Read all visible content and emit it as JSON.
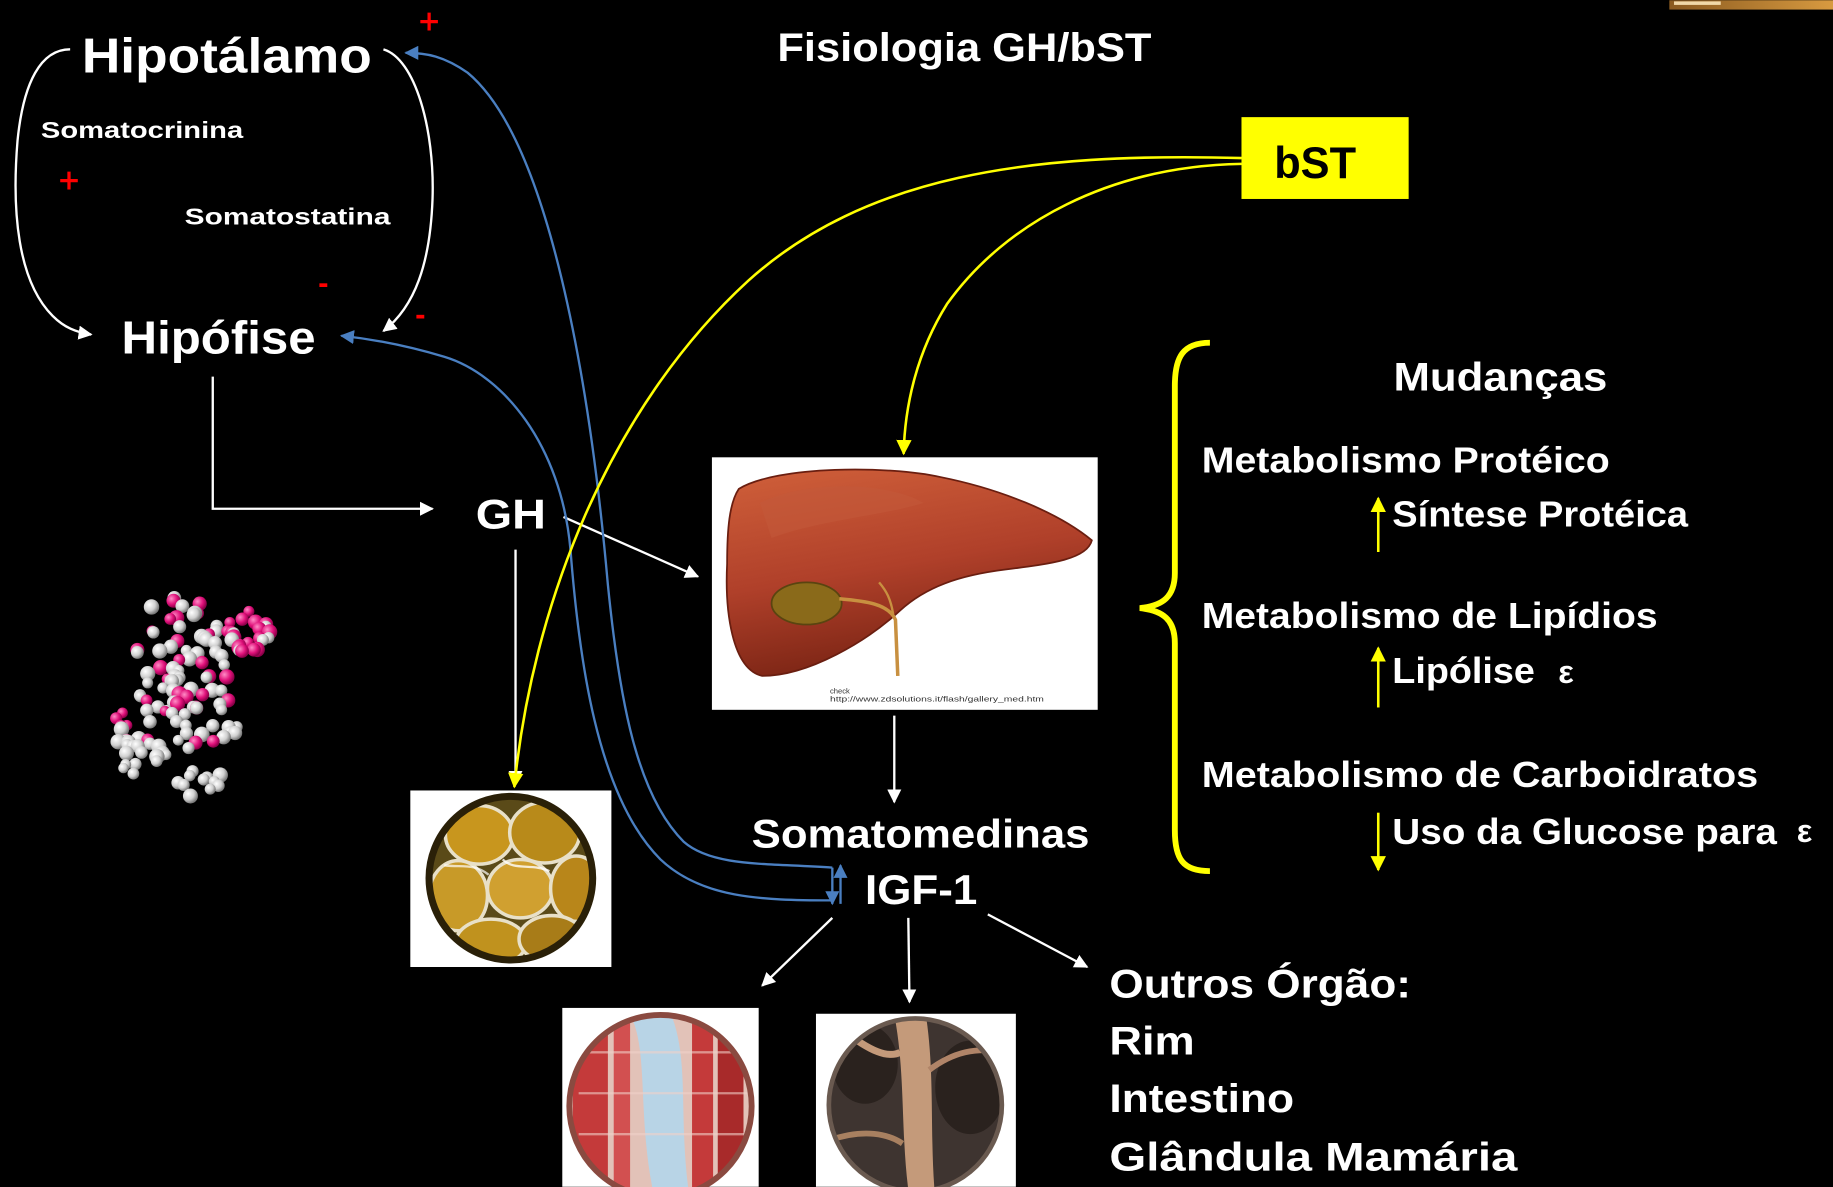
{
  "slide": {
    "title": "Fisiologia GH/bST",
    "background_color": "#000000"
  },
  "pathway": {
    "hypothalamus": "Hipotálamo",
    "somatocrinin": "Somatocrinina",
    "somatostatin": "Somatostatina",
    "pituitary": "Hipófise",
    "gh": "GH",
    "somatomedins": "Somatomedinas",
    "igf1": "IGF-1"
  },
  "signs": {
    "plus": "+",
    "minus": "-"
  },
  "bst_box": {
    "label": "bST",
    "fill_color": "#ffff00"
  },
  "liver_image": {
    "caption_line1": "check",
    "caption_line2": "http://www.zdsolutions.it/flash/gallery_med.htm"
  },
  "other_organs": {
    "heading": "Outros Órgão:",
    "items": [
      "Rim",
      "Intestino",
      "Glândula Mamária"
    ]
  },
  "changes": {
    "title": "Mudanças",
    "groups": [
      {
        "heading": "Metabolismo Protéico",
        "effect": "Síntese Protéica",
        "indicator_icon": "up-arrow-icon"
      },
      {
        "heading": "Metabolismo de Lipídios",
        "effect": "Lipólise",
        "effect_suffix": "ε",
        "indicator_icon": "up-arrow-icon"
      },
      {
        "heading": "Metabolismo de Carboidratos",
        "effect": "Uso da Glucose para",
        "effect_suffix": "ε",
        "indicator_icon": "down-arrow-icon"
      }
    ]
  },
  "colors": {
    "text": "#ffffff",
    "accent_yellow": "#ffff00",
    "feedback_blue": "#4a7fc1",
    "sign_red": "#ff0000",
    "arrow_white": "#ffffff"
  }
}
